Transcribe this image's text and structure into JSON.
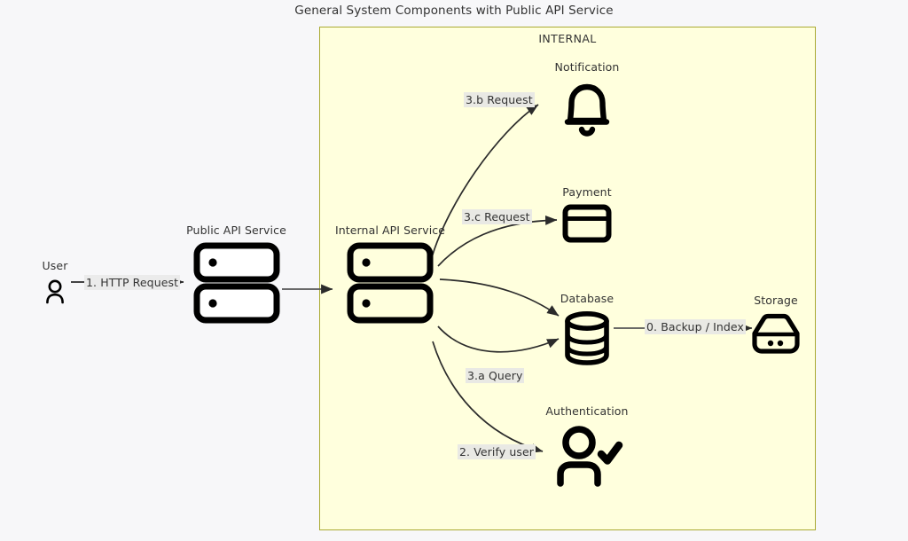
{
  "title": "General System Components with Public API Service",
  "boundary": {
    "label": "INTERNAL",
    "fill": "#ffffdd",
    "stroke": "#aaaa33"
  },
  "page": {
    "background": "#f7f7f9",
    "text_color": "#333333",
    "icon_color": "#000000"
  },
  "nodes": [
    {
      "id": "user",
      "label": "User",
      "icon": "user-icon"
    },
    {
      "id": "public-api",
      "label": "Public API Service",
      "icon": "server-icon"
    },
    {
      "id": "internal-api",
      "label": "Internal API Service",
      "icon": "server-icon"
    },
    {
      "id": "notification",
      "label": "Notification",
      "icon": "bell-icon"
    },
    {
      "id": "payment",
      "label": "Payment",
      "icon": "credit-card-icon"
    },
    {
      "id": "database",
      "label": "Database",
      "icon": "database-icon"
    },
    {
      "id": "storage",
      "label": "Storage",
      "icon": "hard-drive-icon"
    },
    {
      "id": "authentication",
      "label": "Authentication",
      "icon": "user-check-icon"
    }
  ],
  "edges": [
    {
      "id": "e1",
      "label": "1. HTTP Request",
      "from": "user",
      "to": "public-api"
    },
    {
      "id": "e2",
      "label": "",
      "from": "public-api",
      "to": "internal-api"
    },
    {
      "id": "e3",
      "label": "3.b Request",
      "from": "internal-api",
      "to": "notification"
    },
    {
      "id": "e4",
      "label": "3.c Request",
      "from": "internal-api",
      "to": "payment"
    },
    {
      "id": "e5",
      "label": "",
      "from": "internal-api",
      "to": "database"
    },
    {
      "id": "e6",
      "label": "3.a Query",
      "from": "internal-api",
      "to": "database"
    },
    {
      "id": "e7",
      "label": "0. Backup / Index",
      "from": "database",
      "to": "storage"
    },
    {
      "id": "e8",
      "label": "2. Verify user",
      "from": "internal-api",
      "to": "authentication"
    }
  ]
}
